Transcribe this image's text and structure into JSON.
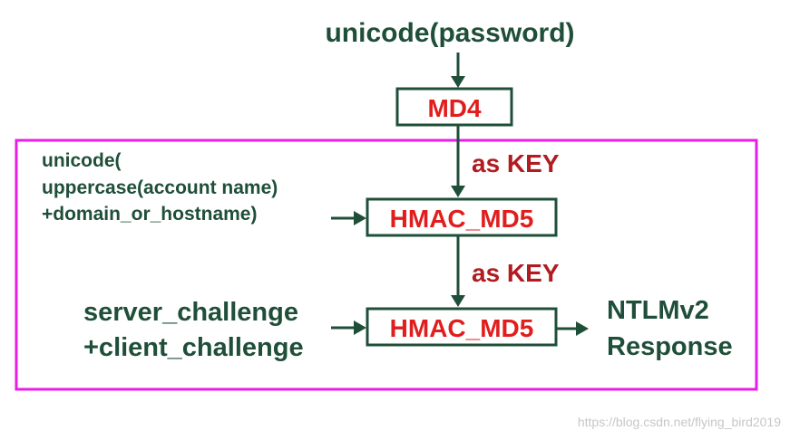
{
  "diagram": {
    "top_input": "unicode(password)",
    "md4_label": "MD4",
    "key_label_1": "as KEY",
    "key_label_2": "as KEY",
    "hmac1_label": "HMAC_MD5",
    "hmac2_label": "HMAC_MD5",
    "account_input": {
      "line1": "unicode(",
      "line2": "uppercase(account name)",
      "line3": "+domain_or_hostname)"
    },
    "challenge_input": {
      "line1": "server_challenge",
      "line2": "+client_challenge"
    },
    "output": {
      "line1": "NTLMv2",
      "line2": "Response"
    },
    "watermark": "https://blog.csdn.net/flying_bird2019"
  },
  "colors": {
    "text_green": "#1f4f39",
    "box_text_red": "#e11d1d",
    "key_text_red": "#b01c20",
    "frame_magenta": "#e61ee6",
    "watermark_gray": "#c7c7c7"
  }
}
